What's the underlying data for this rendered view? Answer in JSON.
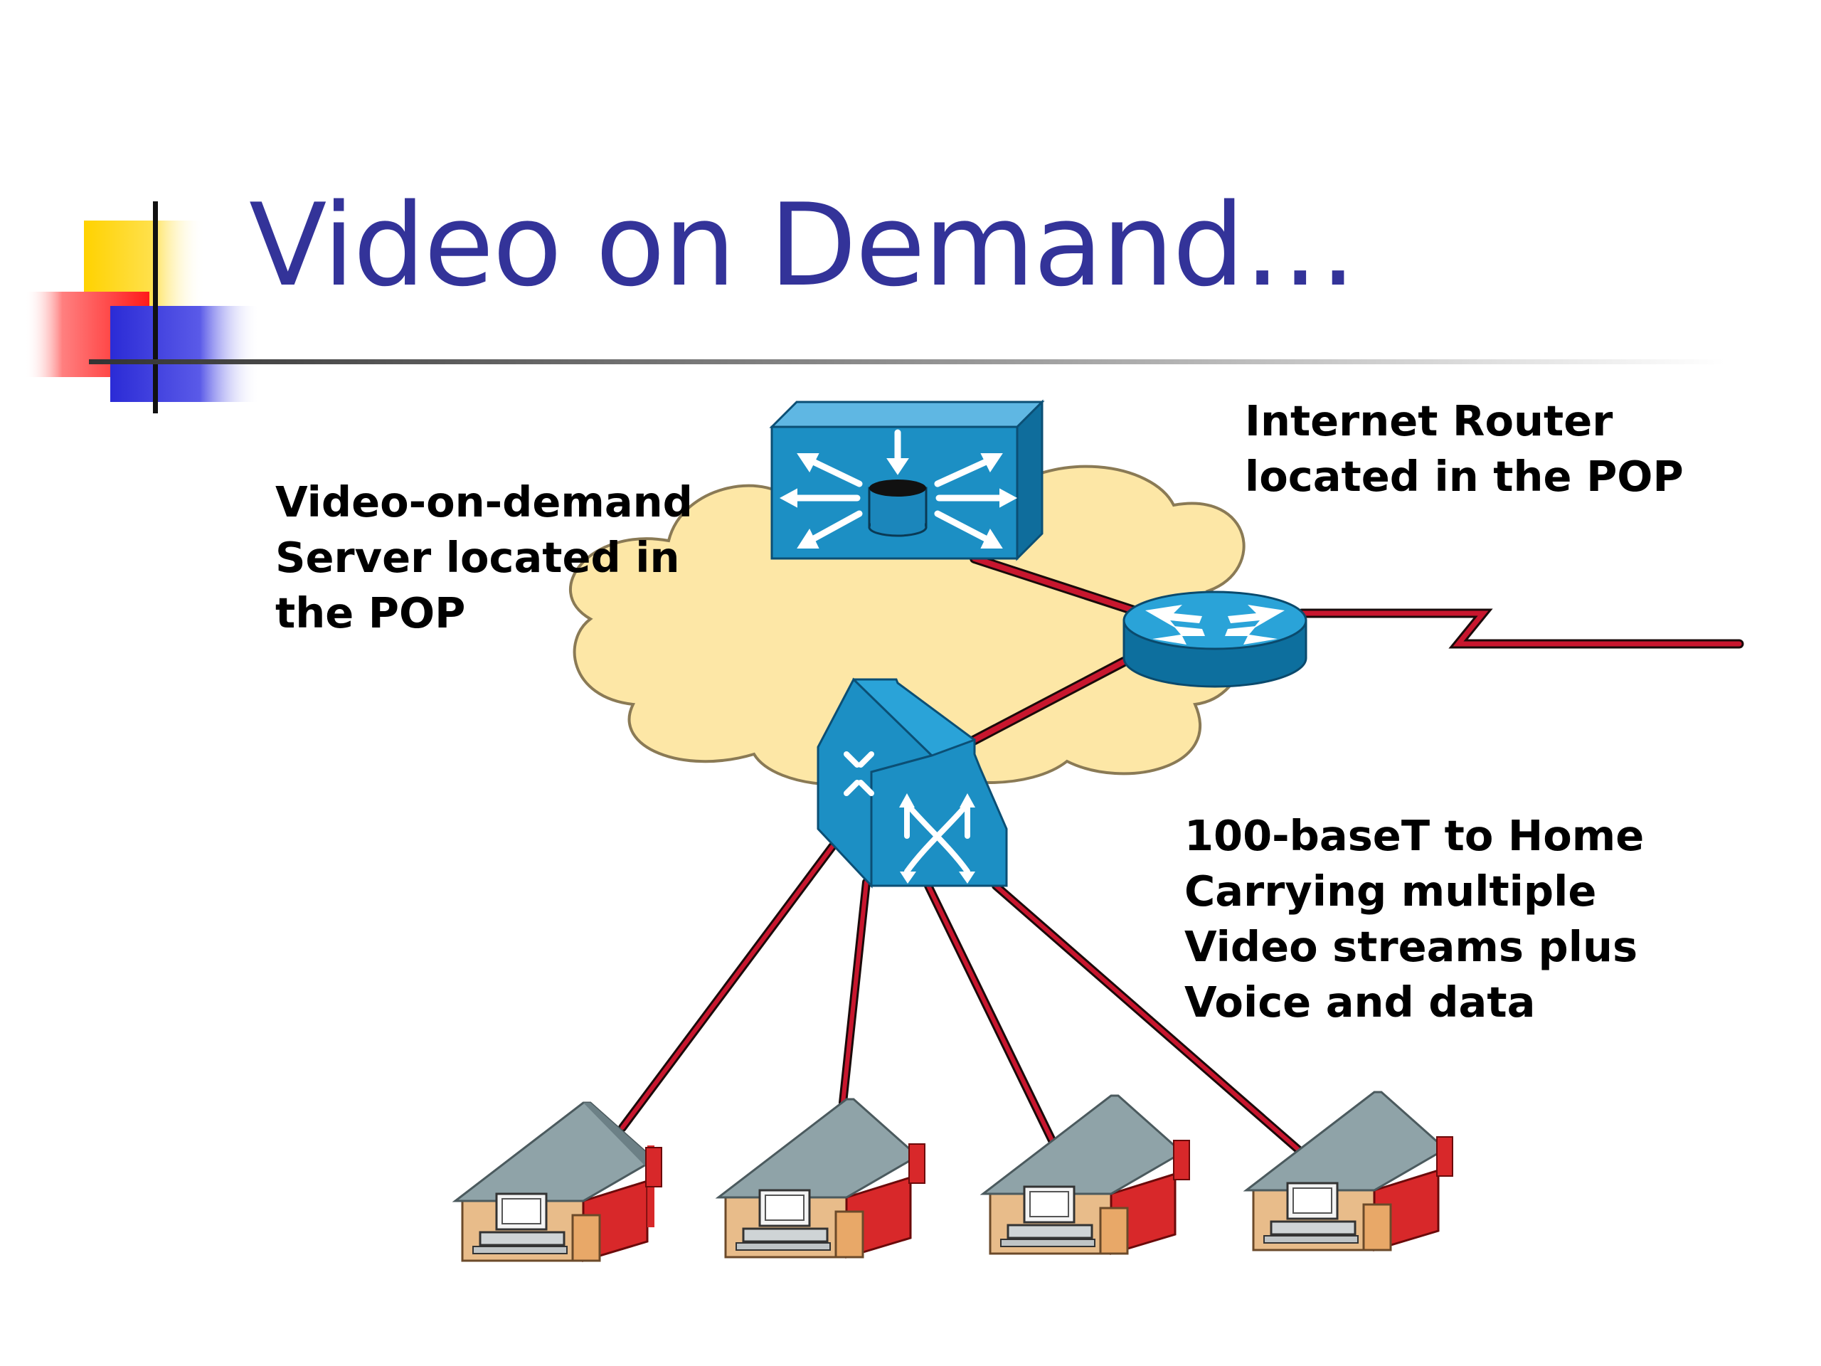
{
  "slide": {
    "title": "Video on Demand…"
  },
  "labels": {
    "server": [
      "Video-on-demand",
      "Server located in",
      "the POP"
    ],
    "router": [
      "Internet Router",
      "located in the POP"
    ],
    "link": [
      "100-baseT to Home",
      "Carrying multiple",
      "Video streams plus",
      "Voice and data"
    ]
  },
  "colors": {
    "title": "#333399",
    "cloud_fill": "#fde7a6",
    "device_blue": "#1c8fc4",
    "link_red": "#b0122a",
    "house_wall": "#e8bc8a",
    "house_roof": "#8fa3a8",
    "chimney": "#d8282a"
  },
  "icons": [
    "vod-server-icon",
    "router-icon",
    "switch-icon",
    "house-icon",
    "computer-icon"
  ]
}
